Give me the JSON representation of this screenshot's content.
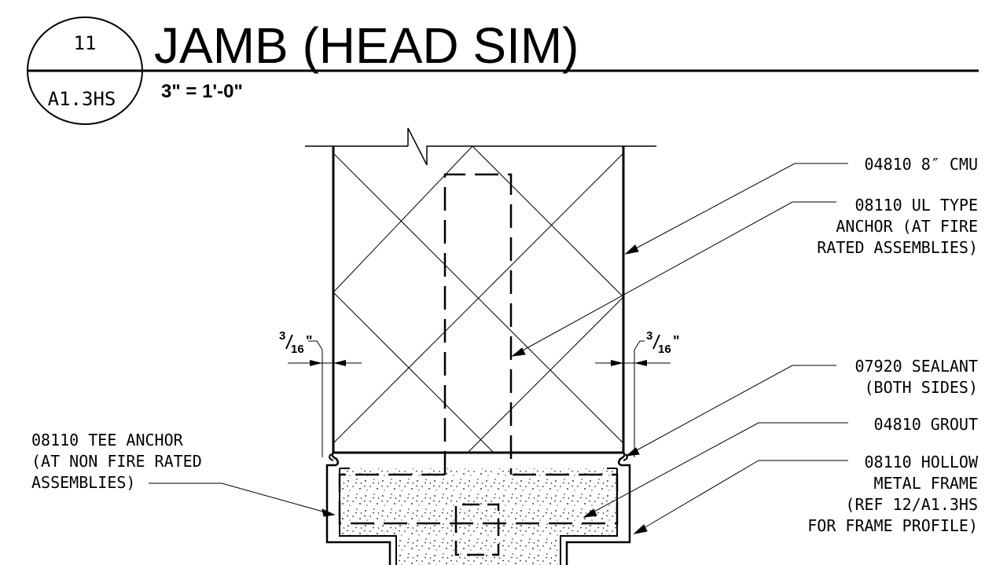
{
  "detail": {
    "number": "11",
    "sheet": "A1.3HS",
    "title": "JAMB  (HEAD SIM)",
    "scale": "3\" = 1'-0\""
  },
  "dimensions": {
    "left": {
      "num": "3",
      "den": "16",
      "unit": "\""
    },
    "right": {
      "num": "3",
      "den": "16",
      "unit": "\""
    }
  },
  "callouts": {
    "cmu": [
      "04810 8″ CMU"
    ],
    "ul_anchor": [
      "08110 UL TYPE",
      "ANCHOR (AT FIRE",
      "RATED ASSEMBLIES)"
    ],
    "sealant": [
      "07920 SEALANT",
      "(BOTH SIDES)"
    ],
    "grout": [
      "04810 GROUT"
    ],
    "frame": [
      "08110 HOLLOW",
      "METAL FRAME",
      "(REF 12/A1.3HS",
      "FOR FRAME PROFILE)"
    ],
    "tee_anchor": [
      "08110 TEE ANCHOR",
      "(AT NON FIRE RATED",
      "ASSEMBLIES)"
    ]
  }
}
